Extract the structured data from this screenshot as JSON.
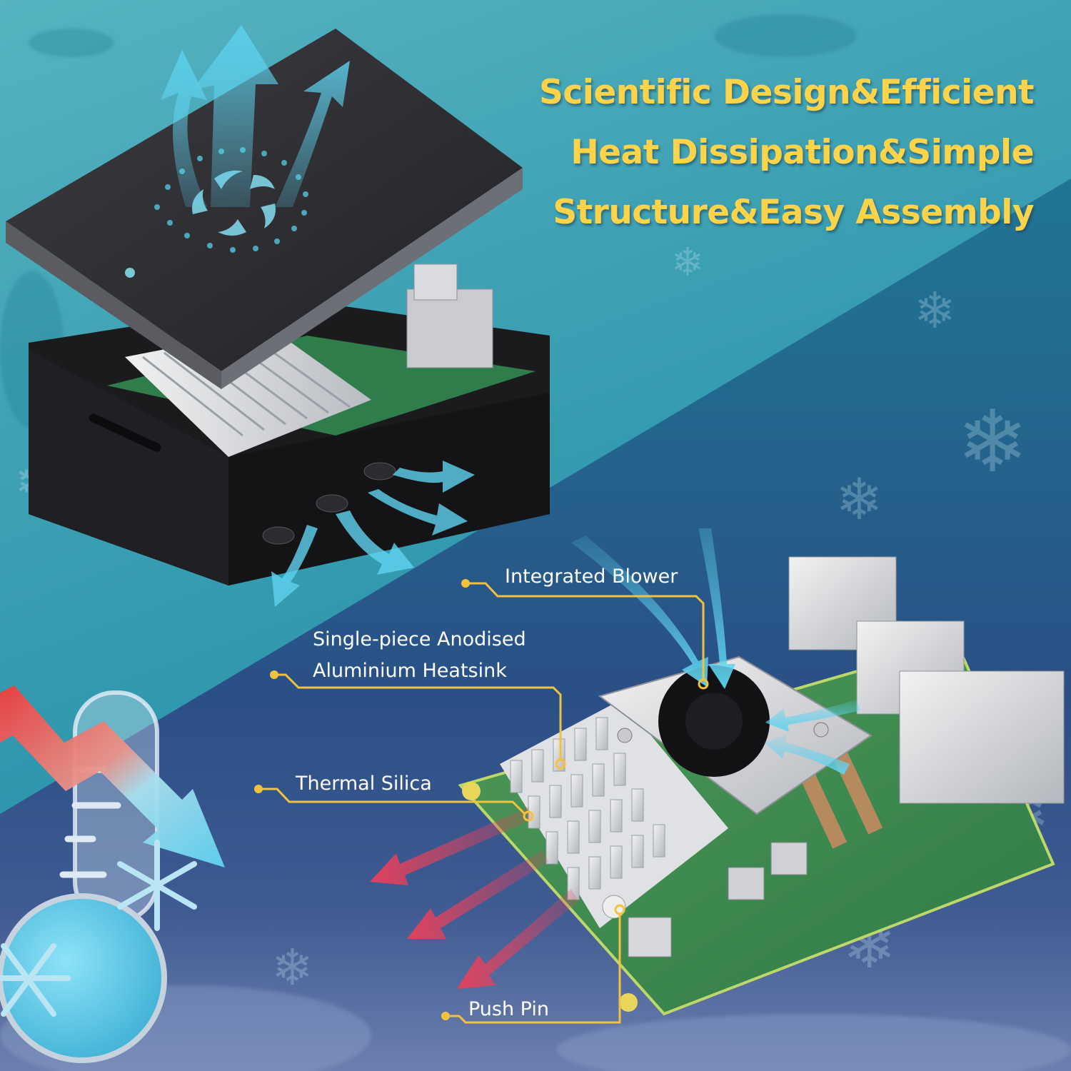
{
  "headline": {
    "lines": [
      "Scientific Design&Efficient",
      "Heat Dissipation&Simple",
      "Structure&Easy Assembly"
    ],
    "color": "#fdd34a"
  },
  "callouts": [
    {
      "label": "Integrated Blower"
    },
    {
      "label_line1": "Single-piece Anodised",
      "label_line2": "Aluminium Heatsink"
    },
    {
      "label": "Thermal Silica"
    },
    {
      "label": "Push Pin"
    }
  ],
  "colors": {
    "callout_line": "#f2c23e",
    "callout_text": "#ffffff",
    "airflow_cool": "#5fd3f0",
    "airflow_hot": "#e8405a",
    "bg_top": "#3fa2b4",
    "bg_bottom": "#2a4f86"
  },
  "graphics": {
    "case_image": "metal-case-exploded-with-fan-vent",
    "board_image": "single-board-computer-with-active-cooler",
    "thermometer": "thermometer-cold-icon",
    "trend_arrow": "temperature-down-arrow"
  }
}
